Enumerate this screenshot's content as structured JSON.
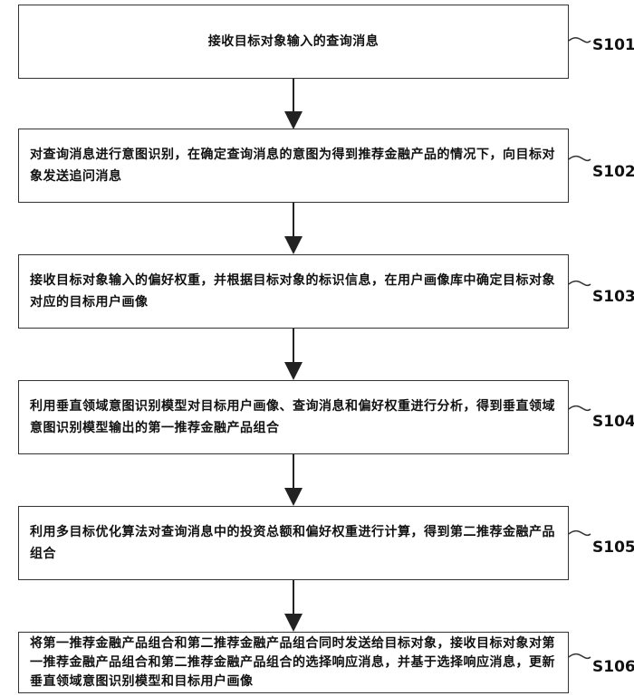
{
  "steps": [
    {
      "id": "S101",
      "text": "接收目标对象输入的查询消息"
    },
    {
      "id": "S102",
      "text": "对查询消息进行意图识别，在确定查询消息的意图为得到推荐金融产品的情况下，向目标对象发送追问消息"
    },
    {
      "id": "S103",
      "text": "接收目标对象输入的偏好权重，并根据目标对象的标识信息，在用户画像库中确定目标对象对应的目标用户画像"
    },
    {
      "id": "S104",
      "text": "利用垂直领域意图识别模型对目标用户画像、查询消息和偏好权重进行分析，得到垂直领域意图识别模型输出的第一推荐金融产品组合"
    },
    {
      "id": "S105",
      "text": "利用多目标优化算法对查询消息中的投资总额和偏好权重进行计算，得到第二推荐金融产品组合"
    },
    {
      "id": "S106",
      "text": "将第一推荐金融产品组合和第二推荐金融产品组合同时发送给目标对象，接收目标对象对第一推荐金融产品组合和第二推荐金融产品组合的选择响应消息，并基于选择响应消息，更新垂直领域意图识别模型和目标用户画像"
    }
  ]
}
